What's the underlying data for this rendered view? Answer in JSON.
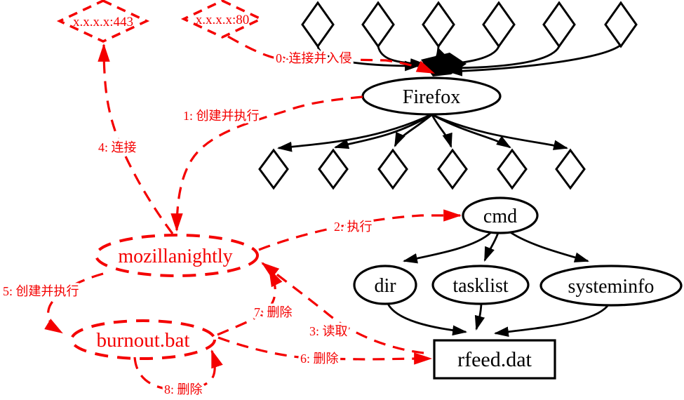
{
  "diagram_type": "malware-provenance-graph",
  "colors": {
    "attack": "#f40000",
    "benign": "#000000",
    "background": "#ffffff"
  },
  "nodes": {
    "ip443": {
      "label": "x.x.x.x:443",
      "shape": "diamond",
      "style": "attack-dashed"
    },
    "ip80": {
      "label": "x.x.x.x:80",
      "shape": "diamond",
      "style": "attack-dashed"
    },
    "firefox": {
      "label": "Firefox",
      "shape": "ellipse",
      "style": "benign"
    },
    "cmd": {
      "label": "cmd",
      "shape": "ellipse",
      "style": "benign"
    },
    "dir": {
      "label": "dir",
      "shape": "ellipse",
      "style": "benign"
    },
    "tasklist": {
      "label": "tasklist",
      "shape": "ellipse",
      "style": "benign"
    },
    "systeminfo": {
      "label": "systeminfo",
      "shape": "ellipse",
      "style": "benign"
    },
    "rfeed": {
      "label": "rfeed.dat",
      "shape": "rectangle",
      "style": "benign"
    },
    "mozillanightly": {
      "label": "mozillanightly",
      "shape": "ellipse",
      "style": "attack-dashed"
    },
    "burnout": {
      "label": "burnout.bat",
      "shape": "ellipse",
      "style": "attack-dashed"
    }
  },
  "anonymous_sockets": {
    "top_row_count": 6,
    "lower_row_count": 6
  },
  "edges": {
    "e0": {
      "label": "0: 连接并入侵",
      "from": "x.x.x.x:80",
      "to": "Firefox"
    },
    "e1": {
      "label": "1: 创建并执行",
      "from": "Firefox",
      "to": "mozillanightly"
    },
    "e2": {
      "label": "2: 执行",
      "from": "mozillanightly",
      "to": "cmd"
    },
    "e3": {
      "label": "3: 读取",
      "from": "rfeed.dat",
      "to": "mozillanightly"
    },
    "e4": {
      "label": "4: 连接",
      "from": "mozillanightly",
      "to": "x.x.x.x:443"
    },
    "e5": {
      "label": "5: 创建并执行",
      "from": "mozillanightly",
      "to": "burnout.bat"
    },
    "e6": {
      "label": "6: 删除",
      "from": "burnout.bat",
      "to": "rfeed.dat"
    },
    "e7": {
      "label": "7: 删除",
      "from": "burnout.bat",
      "to": "mozillanightly"
    },
    "e8": {
      "label": "8: 删除",
      "from": "burnout.bat",
      "to": "burnout.bat"
    }
  }
}
